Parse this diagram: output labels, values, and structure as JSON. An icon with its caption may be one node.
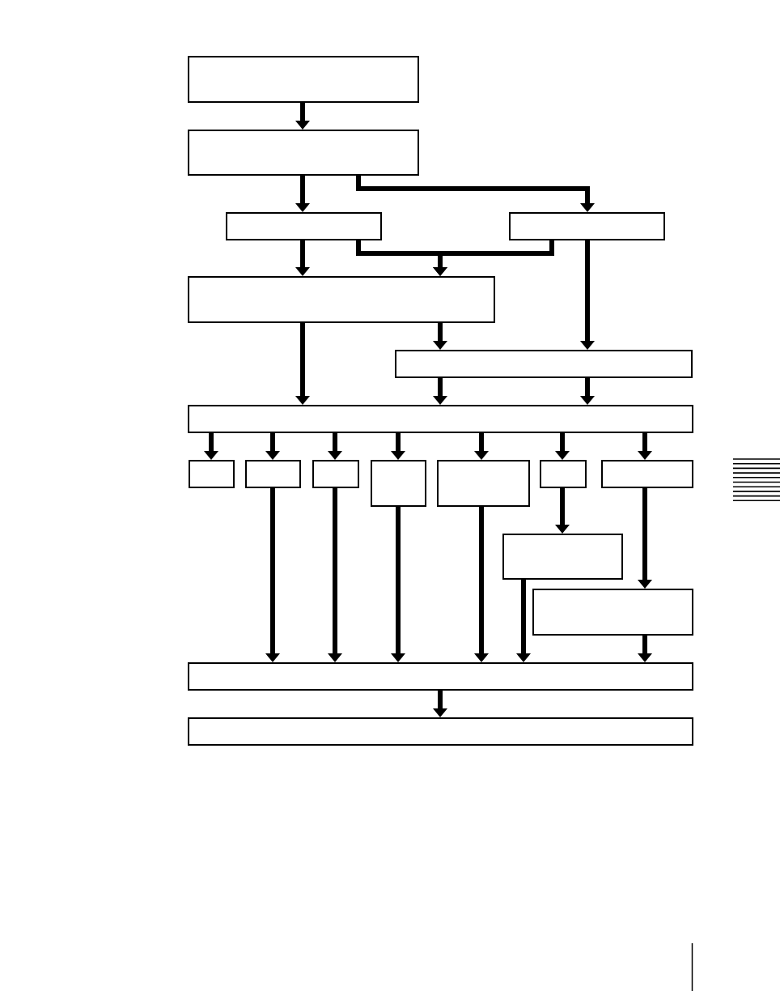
{
  "diagram": {
    "nodes": [
      {
        "text": [],
        "shape": "box"
      },
      {
        "text": [],
        "shape": "box"
      },
      {
        "text": [],
        "shape": "box"
      },
      {
        "text": [],
        "shape": "box"
      },
      {
        "text": [],
        "shape": "box"
      },
      {
        "text": [],
        "shape": "box"
      },
      {
        "text": [],
        "shape": "box"
      },
      {
        "text": [],
        "shape": "box"
      },
      {
        "text": [],
        "shape": "box"
      },
      {
        "text": [],
        "shape": "box"
      },
      {
        "text": [],
        "shape": "box"
      },
      {
        "text": [],
        "shape": "box"
      },
      {
        "text": [],
        "shape": "box"
      },
      {
        "text": [],
        "shape": "box"
      },
      {
        "text": [],
        "shape": "box"
      },
      {
        "text": [],
        "shape": "box"
      },
      {
        "text": [],
        "shape": "box"
      },
      {
        "text": [],
        "shape": "box"
      }
    ],
    "edges": [
      {
        "from": 0,
        "to": 1,
        "arrow": "to"
      },
      {
        "from": 1,
        "to": 2,
        "arrow": "to"
      },
      {
        "from": 1,
        "to": 3,
        "arrow": "to"
      },
      {
        "from": 2,
        "to": 4,
        "arrow": "to"
      },
      {
        "from": 2,
        "to": 4,
        "arrow": "to"
      },
      {
        "from": 3,
        "to": 4,
        "arrow": "to"
      },
      {
        "from": 3,
        "to": 5,
        "arrow": "to"
      },
      {
        "from": 4,
        "to": 5,
        "arrow": "to"
      },
      {
        "from": 4,
        "to": 6,
        "arrow": "to"
      },
      {
        "from": 5,
        "to": 6,
        "arrow": "to"
      },
      {
        "from": 5,
        "to": 6,
        "arrow": "to"
      },
      {
        "from": 6,
        "to": 7,
        "arrow": "to"
      },
      {
        "from": 6,
        "to": 8,
        "arrow": "to"
      },
      {
        "from": 6,
        "to": 9,
        "arrow": "to"
      },
      {
        "from": 6,
        "to": 10,
        "arrow": "to"
      },
      {
        "from": 6,
        "to": 11,
        "arrow": "to"
      },
      {
        "from": 6,
        "to": 12,
        "arrow": "to"
      },
      {
        "from": 6,
        "to": 13,
        "arrow": "to"
      },
      {
        "from": 8,
        "to": 16,
        "arrow": "to"
      },
      {
        "from": 9,
        "to": 16,
        "arrow": "to"
      },
      {
        "from": 10,
        "to": 16,
        "arrow": "to"
      },
      {
        "from": 11,
        "to": 16,
        "arrow": "to"
      },
      {
        "from": 12,
        "to": 14,
        "arrow": "to"
      },
      {
        "from": 13,
        "to": 15,
        "arrow": "to"
      },
      {
        "from": 14,
        "to": 16,
        "arrow": "to"
      },
      {
        "from": 15,
        "to": 16,
        "arrow": "to"
      },
      {
        "from": 16,
        "to": 17,
        "arrow": "to"
      }
    ]
  }
}
